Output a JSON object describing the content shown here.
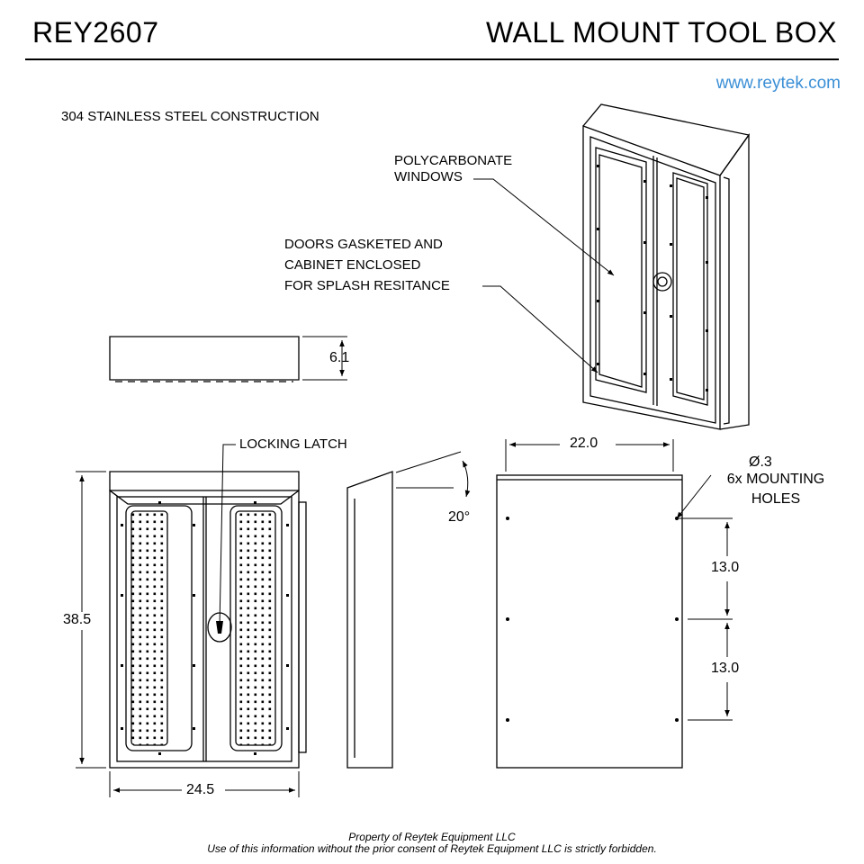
{
  "header": {
    "model": "REY2607",
    "title": "WALL MOUNT TOOL BOX",
    "website": "www.reytek.com"
  },
  "notes": {
    "material": "304 STAINLESS STEEL CONSTRUCTION",
    "windows_line1": "POLYCARBONATE",
    "windows_line2": "WINDOWS",
    "gasket_line1": "DOORS GASKETED AND",
    "gasket_line2": "CABINET ENCLOSED",
    "gasket_line3": "FOR SPLASH RESITANCE",
    "latch": "LOCKING LATCH",
    "hole_dia": "Ø.3",
    "holes_line1": "6x MOUNTING",
    "holes_line2": "HOLES"
  },
  "dimensions": {
    "depth": "6.1",
    "height": "38.5",
    "width": "24.5",
    "back_width": "22.0",
    "hole_spacing_upper": "13.0",
    "hole_spacing_lower": "13.0",
    "top_angle": "20°"
  },
  "footer": {
    "line1": "Property of Reytek Equipment LLC",
    "line2": "Use of this information without the prior consent of Reytek Equipment LLC is strictly forbidden."
  }
}
